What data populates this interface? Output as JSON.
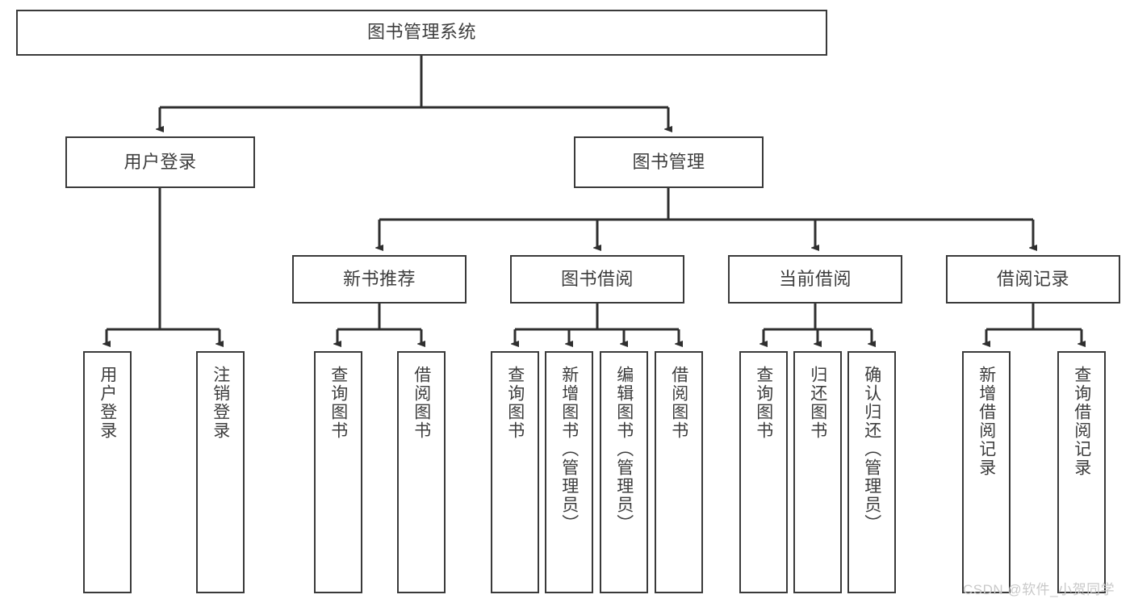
{
  "diagram": {
    "title": "图书管理系统",
    "type": "tree-hierarchy-chart",
    "line_color": "#3a3a3a",
    "box_fill": "#ffffff",
    "text_color": "#3d3d3d"
  },
  "nodes": {
    "root": {
      "label": "图书管理系统"
    },
    "level2": [
      {
        "key": "user_login",
        "label": "用户登录"
      },
      {
        "key": "book_manage",
        "label": "图书管理"
      }
    ],
    "level3": [
      {
        "key": "new_book_rec",
        "label": "新书推荐"
      },
      {
        "key": "book_borrow",
        "label": "图书借阅"
      },
      {
        "key": "current_borrow",
        "label": "当前借阅"
      },
      {
        "key": "borrow_record",
        "label": "借阅记录"
      }
    ],
    "leaves": {
      "user_login": [
        {
          "key": "leaf_user_login",
          "label": "用户登录"
        },
        {
          "key": "leaf_logout",
          "label": "注销登录"
        }
      ],
      "new_book_rec": [
        {
          "key": "leaf_query_book_1",
          "label": "查询图书"
        },
        {
          "key": "leaf_borrow_book_1",
          "label": "借阅图书"
        }
      ],
      "book_borrow": [
        {
          "key": "leaf_query_book_2",
          "label": "查询图书"
        },
        {
          "key": "leaf_add_book",
          "label": "新增图书（管理员）"
        },
        {
          "key": "leaf_edit_book",
          "label": "编辑图书（管理员）"
        },
        {
          "key": "leaf_borrow_book_2",
          "label": "借阅图书"
        }
      ],
      "current_borrow": [
        {
          "key": "leaf_query_book_3",
          "label": "查询图书"
        },
        {
          "key": "leaf_return_book",
          "label": "归还图书"
        },
        {
          "key": "leaf_confirm_return",
          "label": "确认归还（管理员）"
        }
      ],
      "borrow_record": [
        {
          "key": "leaf_add_record",
          "label": "新增借阅记录"
        },
        {
          "key": "leaf_query_record",
          "label": "查询借阅记录"
        }
      ]
    }
  },
  "watermark": {
    "text": "CSDN @软件_小贺同学"
  }
}
